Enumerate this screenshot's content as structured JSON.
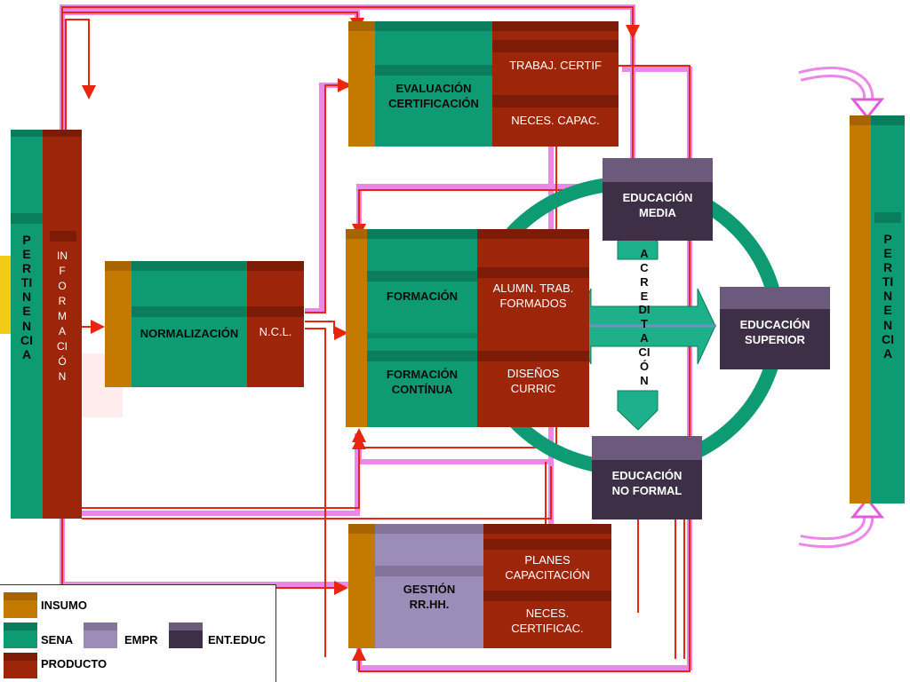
{
  "left_pillar": {
    "sena_text": "PERTINENCIA",
    "product_text": "INFORMACIÓN"
  },
  "right_pillar": {
    "text": "PERTINENCIA"
  },
  "normalizacion": {
    "label": "NORMALIZACIÓN",
    "product": "N.C.L."
  },
  "evaluacion": {
    "label": "EVALUACIÓN CERTIFICACIÓN",
    "product_1": "TRABAJ. CERTIF",
    "product_2": "NECES. CAPAC."
  },
  "formacion": {
    "label_1": "FORMACIÓN",
    "label_2": "FORMACIÓN CONTÍNUA",
    "product_1": "ALUMN. TRAB. FORMADOS",
    "product_2": "DISEÑOS CURRIC"
  },
  "gestion": {
    "label": "GESTIÓN RR.HH.",
    "product_1": "PLANES CAPACITACIÓN",
    "product_2": "NECES. CERTIFICAC."
  },
  "educacion": {
    "media": "EDUCACIÓN MEDIA",
    "superior": "EDUCACIÓN SUPERIOR",
    "no_formal": "EDUCACIÓN NO FORMAL"
  },
  "acreditacion": "ACREDITACIÓN",
  "legend": {
    "insumo": "INSUMO",
    "sena": "SENA",
    "empr": "EMPR",
    "ent_educ": "ENT.EDUC",
    "producto": "PRODUCTO"
  },
  "colors": {
    "sena": "#0e9a72",
    "insumo": "#c47a00",
    "producto": "#9d2509",
    "empr": "#9b8cb8",
    "ent_educ": "#3d2f45",
    "arrow_red": "#e8250f",
    "arrow_pink": "#e25bdc"
  }
}
